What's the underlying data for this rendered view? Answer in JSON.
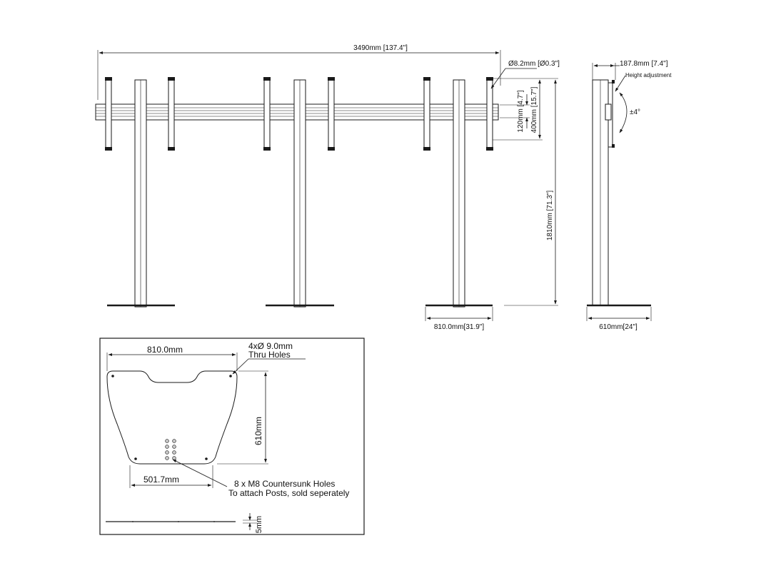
{
  "front_view": {
    "overall_width": "3490mm [137.4\"]",
    "bolt_diameter": "Ø8.2mm [Ø0.3\"]",
    "rail_height": "120mm [4.7\"]",
    "bracket_height": "400mm [15.7\"]",
    "total_height": "1810mm [71.3\"]",
    "base_width": "810.0mm[31.9\"]"
  },
  "side_view": {
    "depth": "187.8mm [7.4\"]",
    "height_adjustment": "Height adjustment",
    "tilt": "±4°",
    "base_depth": "610mm[24\"]"
  },
  "base_plate": {
    "width": "810.0mm",
    "holes_line1": "4xØ 9.0mm",
    "holes_line2": "Thru Holes",
    "depth": "610mm",
    "inner_width": "501.7mm",
    "countersunk_line1": "8 x M8 Countersunk Holes",
    "countersunk_line2": "To attach Posts, sold seperately",
    "thickness": "5mm"
  }
}
